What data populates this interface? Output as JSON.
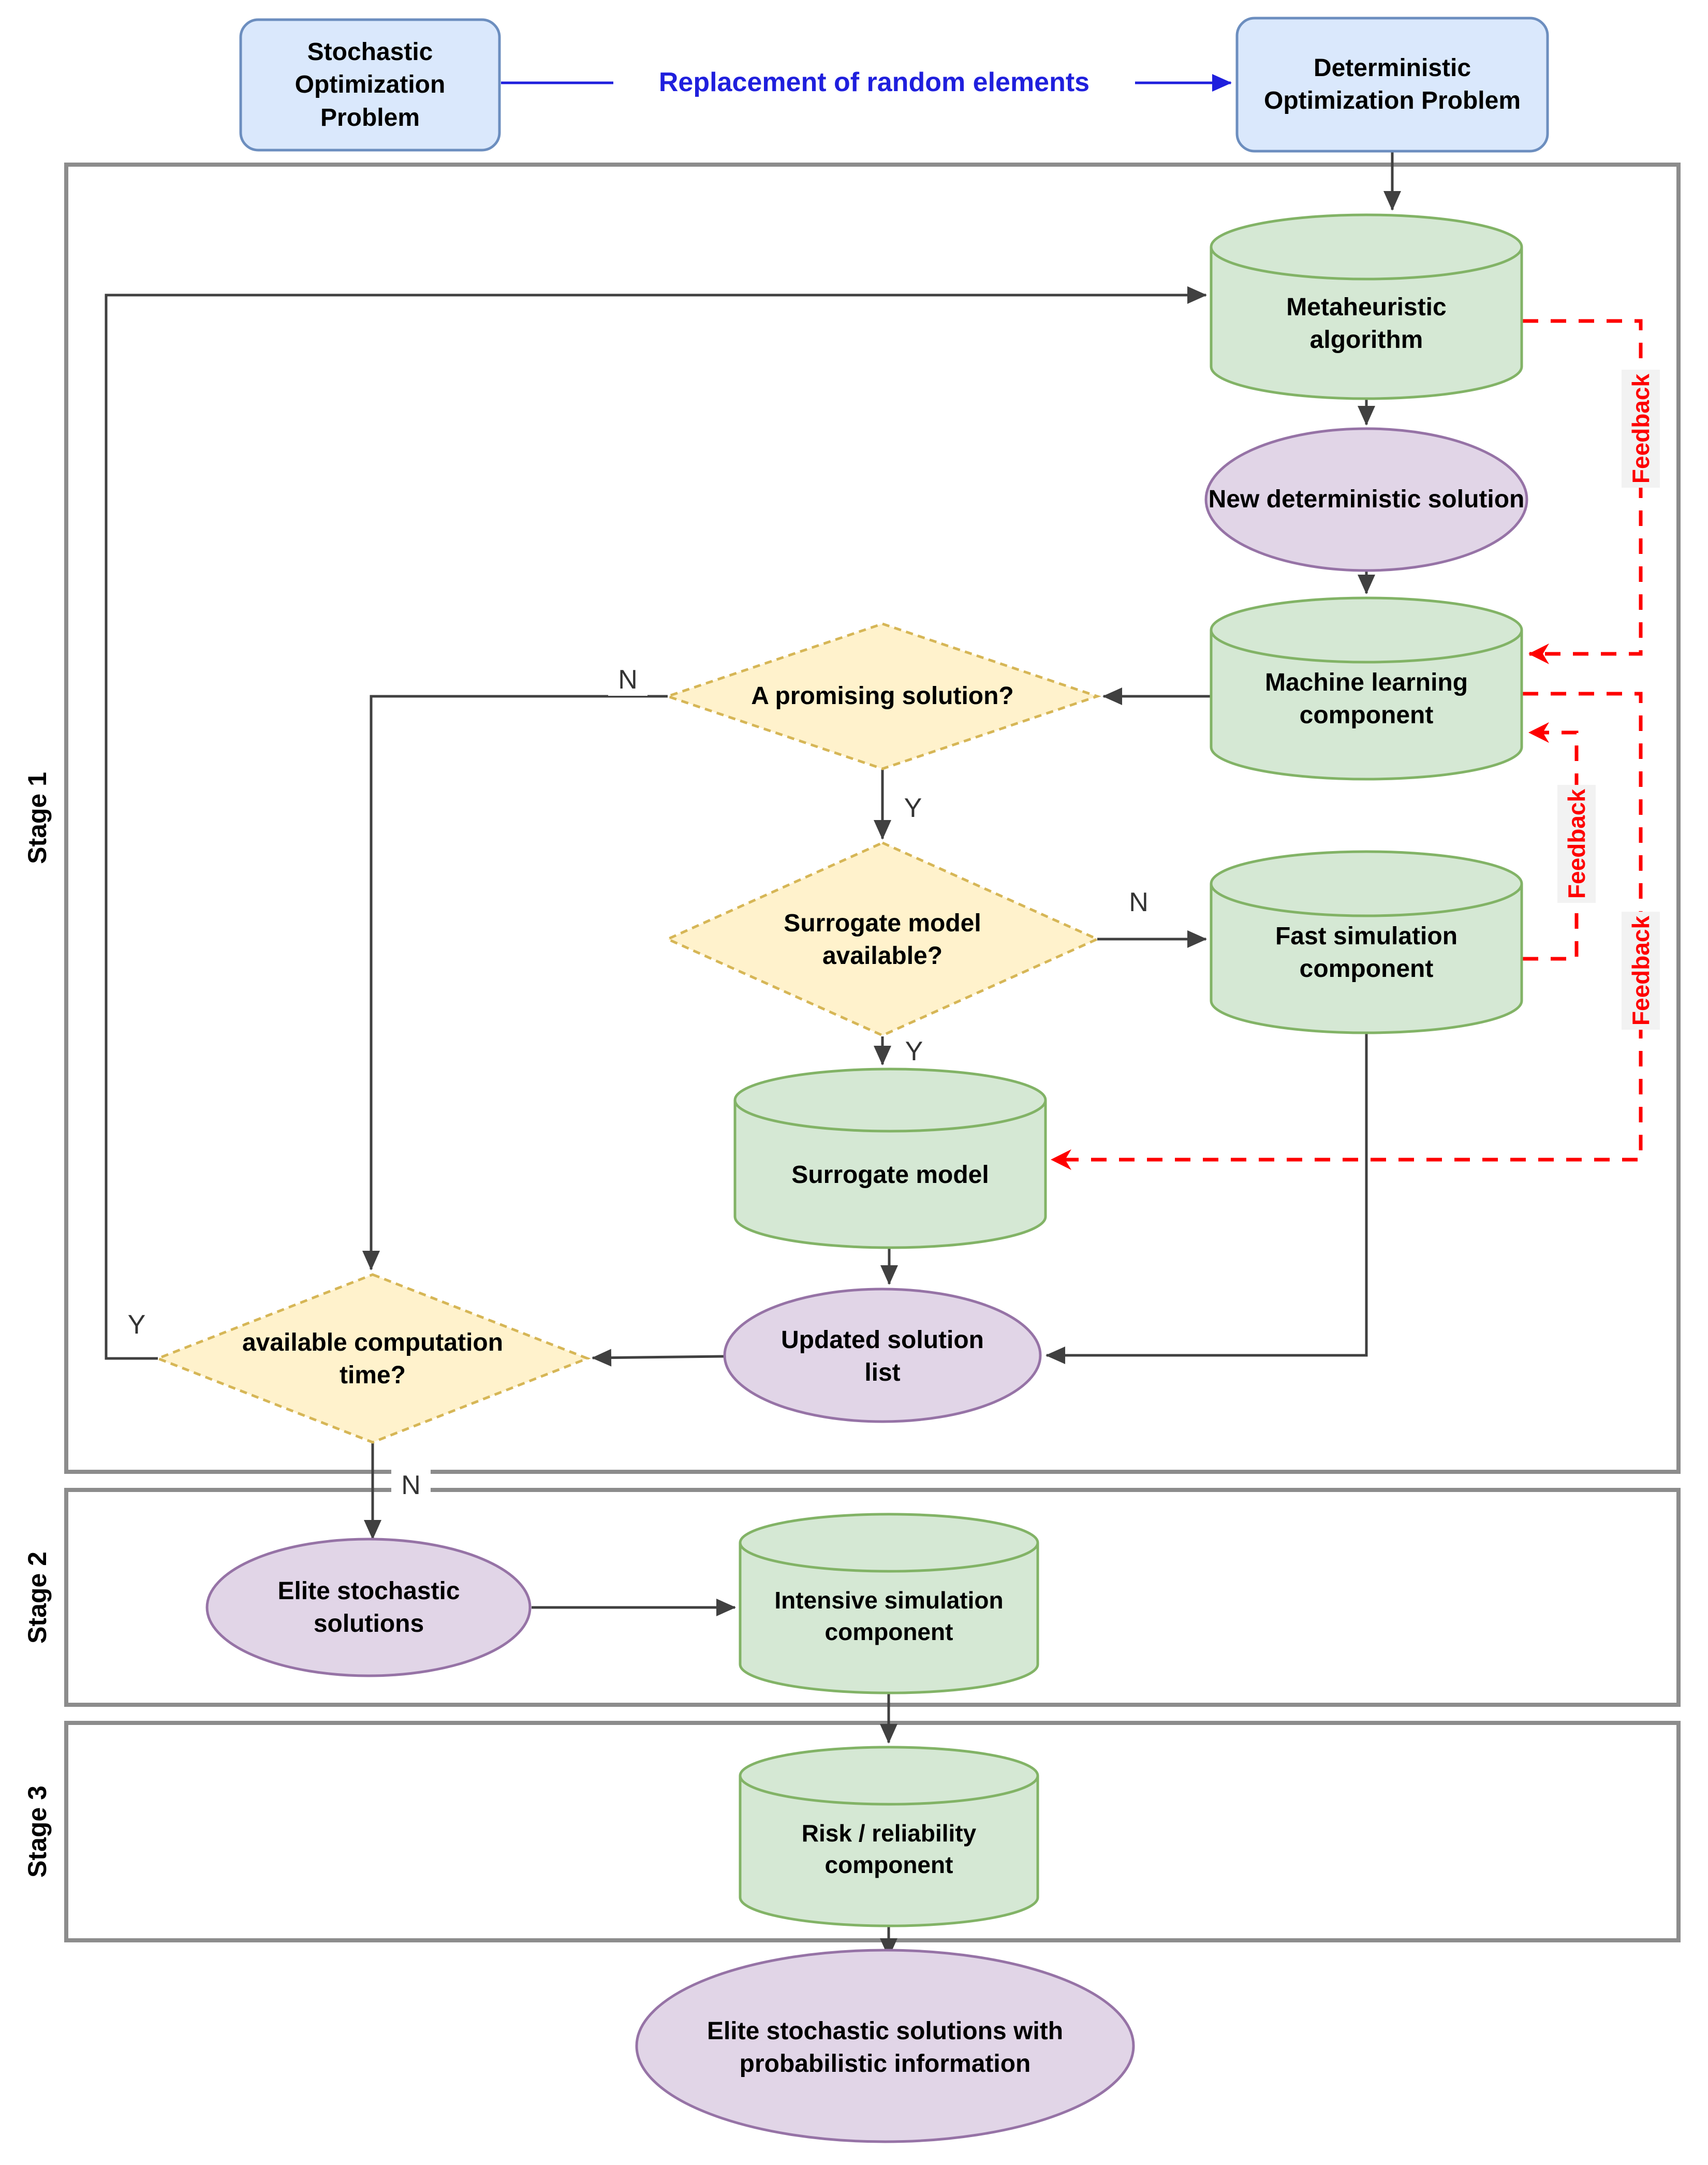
{
  "diagram": {
    "type": "flowchart",
    "stages": {
      "stage1": "Stage 1",
      "stage2": "Stage 2",
      "stage3": "Stage 3"
    },
    "nodes": {
      "stochastic": {
        "label": "Stochastic Optimization Problem",
        "shape": "rounded-rect",
        "fill": "#dae8fc"
      },
      "deterministic": {
        "label": "Deterministic Optimization Problem",
        "shape": "rounded-rect",
        "fill": "#dae8fc"
      },
      "metaheuristic": {
        "label": "Metaheuristic algorithm",
        "shape": "cylinder",
        "fill": "#d5e8d4"
      },
      "new_solution": {
        "label": "New deterministic solution",
        "shape": "ellipse",
        "fill": "#e1d5e7"
      },
      "ml": {
        "label": "Machine learning component",
        "shape": "cylinder",
        "fill": "#d5e8d4"
      },
      "promising": {
        "label": "A promising solution?",
        "shape": "diamond",
        "fill": "#fff2cc"
      },
      "surrogate_available": {
        "label": "Surrogate model available?",
        "shape": "diamond",
        "fill": "#fff2cc"
      },
      "fast_sim": {
        "label": "Fast simulation component",
        "shape": "cylinder",
        "fill": "#d5e8d4"
      },
      "surrogate_model": {
        "label": "Surrogate model",
        "shape": "cylinder",
        "fill": "#d5e8d4"
      },
      "updated_list": {
        "label": "Updated solution list",
        "shape": "ellipse",
        "fill": "#e1d5e7"
      },
      "time_check": {
        "label": "available computation time?",
        "shape": "diamond",
        "fill": "#fff2cc"
      },
      "elite": {
        "label": "Elite stochastic solutions",
        "shape": "ellipse",
        "fill": "#e1d5e7"
      },
      "intensive": {
        "label": "Intensive simulation component",
        "shape": "cylinder",
        "fill": "#d5e8d4"
      },
      "risk": {
        "label": "Risk / reliability component",
        "shape": "cylinder",
        "fill": "#d5e8d4"
      },
      "final": {
        "label": "Elite stochastic solutions with probabilistic information",
        "shape": "ellipse",
        "fill": "#e1d5e7"
      }
    },
    "edge_labels": {
      "replacement": "Replacement of random elements",
      "yes": "Y",
      "no": "N",
      "feedback": "Feedback"
    },
    "colors": {
      "blue_fill": "#dae8fc",
      "blue_stroke": "#6c8ebf",
      "green_fill": "#d5e8d4",
      "green_stroke": "#82b366",
      "purple_fill": "#e1d5e7",
      "purple_stroke": "#9673a6",
      "yellow_fill": "#fff2cc",
      "yellow_stroke": "#d6b656",
      "edge_black": "#404040",
      "edge_blue": "#1f1fdd",
      "feedback_red": "#fe0000",
      "stage_border": "#8c8c8c"
    }
  }
}
